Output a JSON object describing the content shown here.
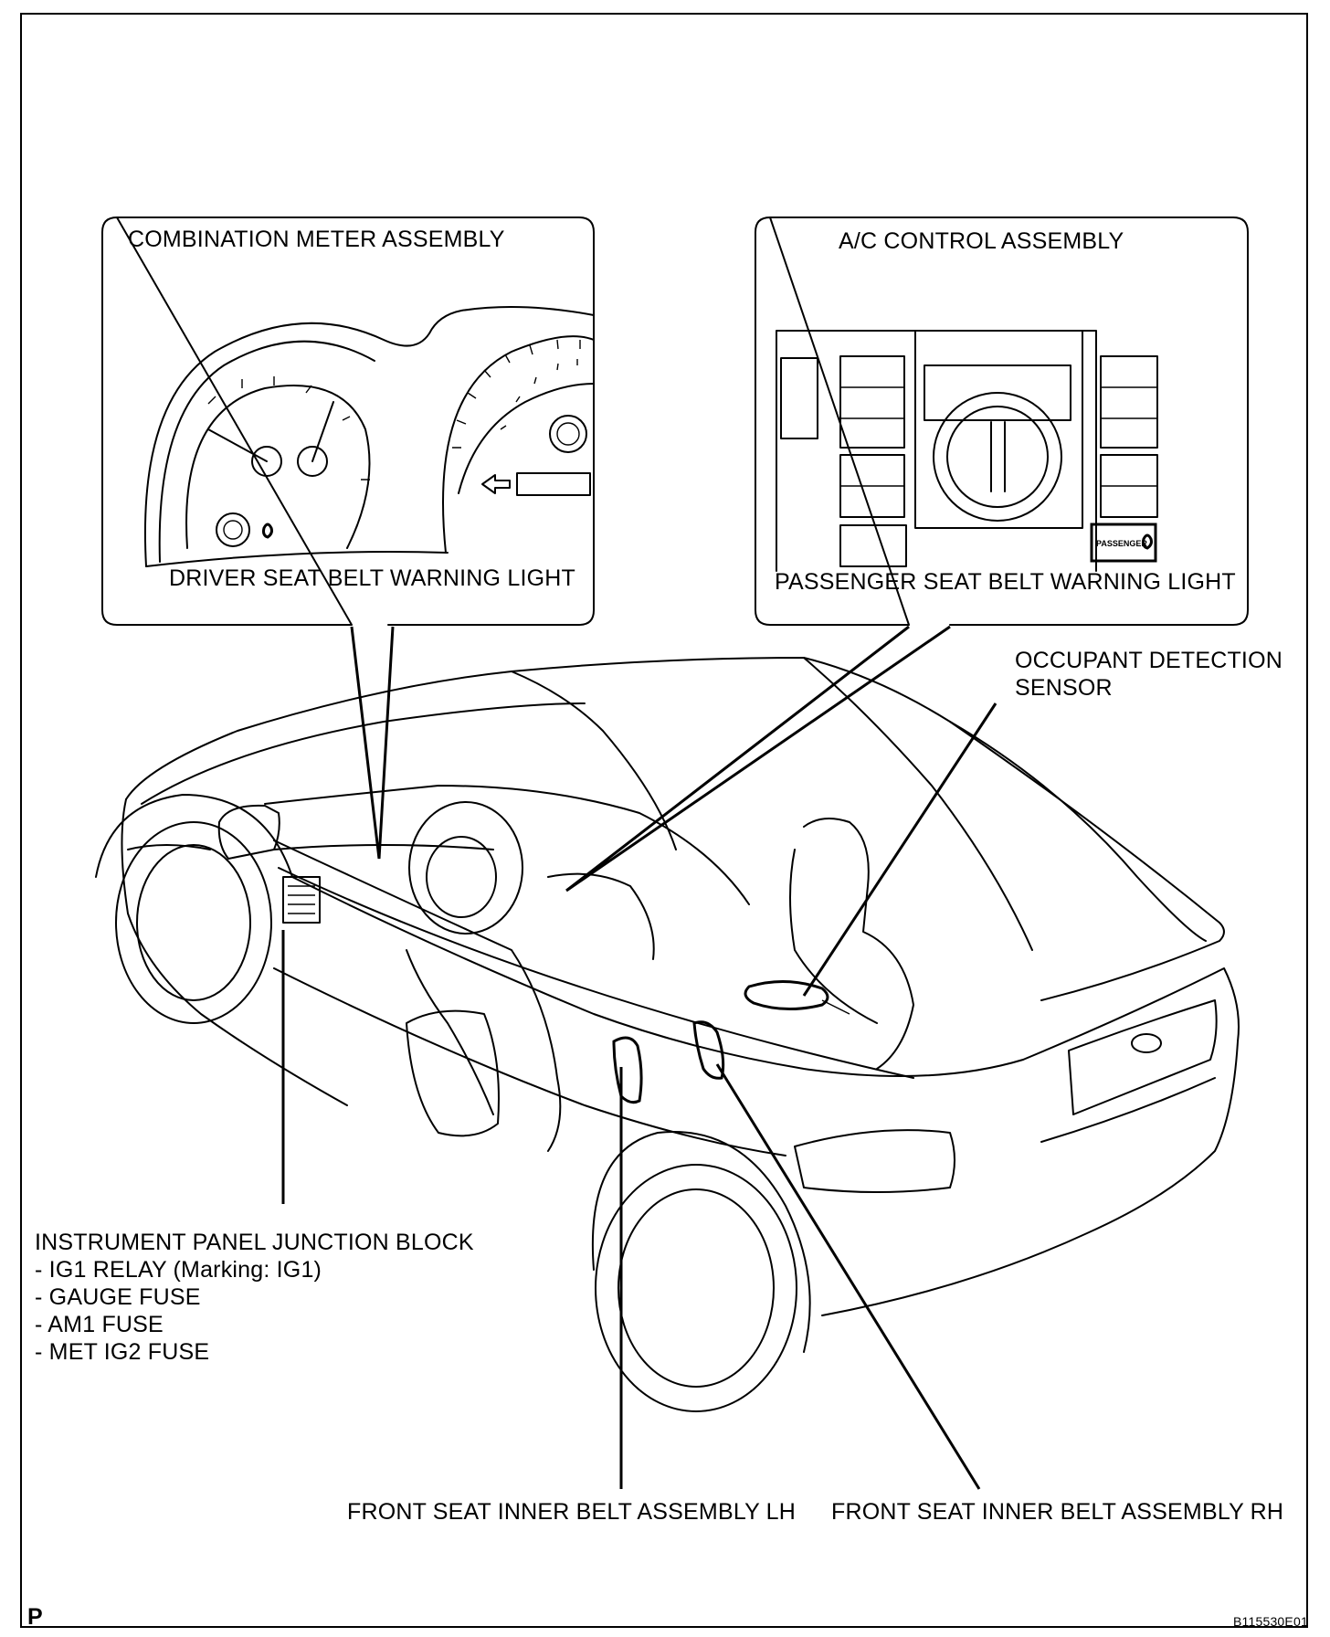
{
  "callouts": {
    "combination_meter": {
      "title": "COMBINATION METER ASSEMBLY",
      "caption": "DRIVER SEAT BELT WARNING LIGHT"
    },
    "ac_control": {
      "title": "A/C CONTROL ASSEMBLY",
      "caption": "PASSENGER SEAT BELT WARNING LIGHT",
      "badge_text": "PASSENGER"
    }
  },
  "labels": {
    "occupant_sensor": [
      "OCCUPANT DETECTION",
      "SENSOR"
    ],
    "junction_block": {
      "title": "INSTRUMENT PANEL JUNCTION BLOCK",
      "items": [
        "- IG1 RELAY (Marking: IG1)",
        "- GAUGE FUSE",
        "- AM1 FUSE",
        "- MET IG2 FUSE"
      ]
    },
    "belt_lh": "FRONT SEAT INNER BELT ASSEMBLY LH",
    "belt_rh": "FRONT SEAT INNER BELT ASSEMBLY RH"
  },
  "footer": {
    "left_mark": "P",
    "figure_id": "B115530E01"
  }
}
